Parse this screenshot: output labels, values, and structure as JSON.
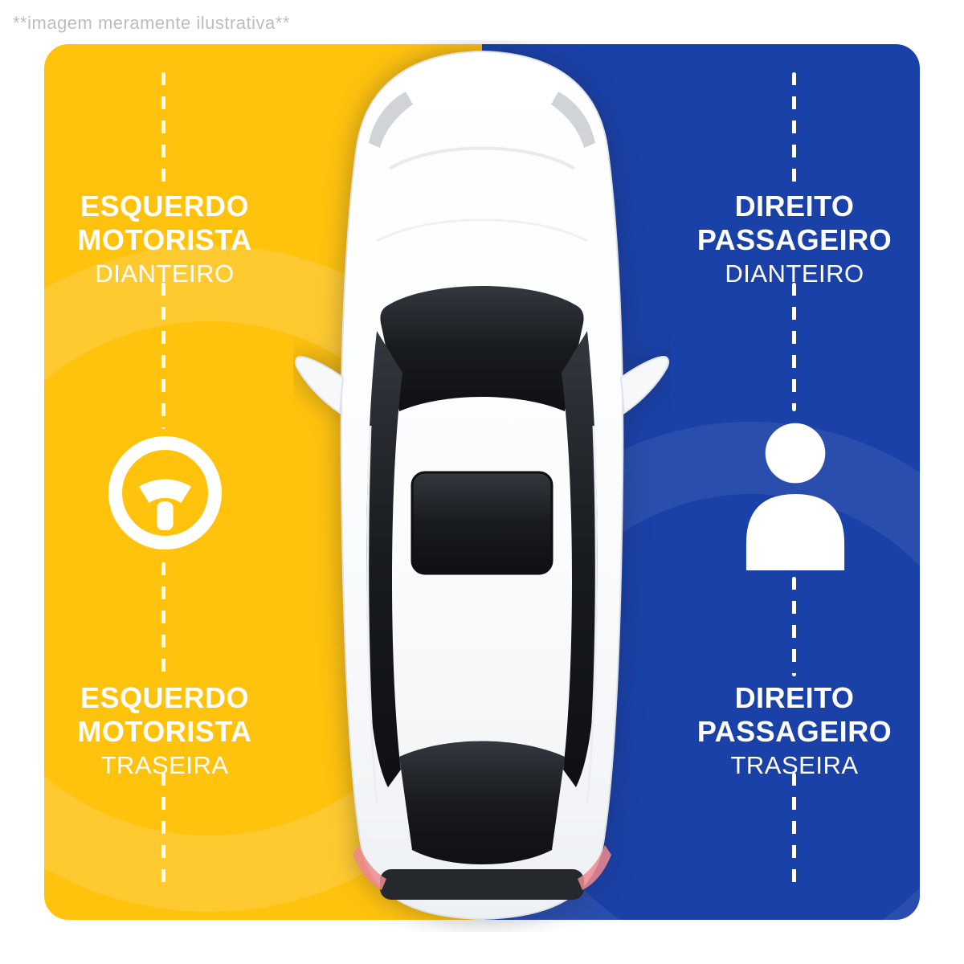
{
  "disclaimer": "**imagem meramente ilustrativa**",
  "colors": {
    "yellow": "#FFC20D",
    "blue": "#1A41A8",
    "text": "#FFFFFF",
    "muted": "#BDBDBD"
  },
  "quadrants": {
    "front_left": {
      "line1": "ESQUERDO",
      "line2": "MOTORISTA",
      "line3": "DIANTEIRO"
    },
    "rear_left": {
      "line1": "ESQUERDO",
      "line2": "MOTORISTA",
      "line3": "TRASEIRA"
    },
    "front_right": {
      "line1": "DIREITO",
      "line2": "PASSAGEIRO",
      "line3": "DIANTEIRO"
    },
    "rear_right": {
      "line1": "DIREITO",
      "line2": "PASSAGEIRO",
      "line3": "TRASEIRA"
    }
  },
  "icons": {
    "driver_side": "steering-wheel-icon",
    "passenger_side": "person-icon"
  }
}
